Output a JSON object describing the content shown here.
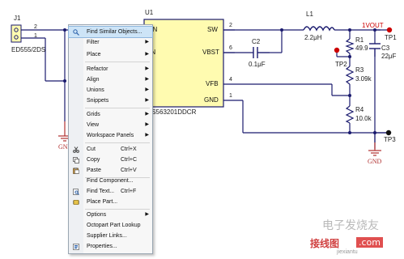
{
  "schematic": {
    "j1": {
      "ref": "J1",
      "part": "ED555/2DS",
      "pin2": "2",
      "pin1": "1"
    },
    "u1": {
      "ref": "U1",
      "part": "TPS563201DDCR",
      "pin_vin": "VIN",
      "pin_en": "EN",
      "pin_sw": "SW",
      "pin_vbst": "VBST",
      "pin_vfb": "VFB",
      "pin_gnd": "GND",
      "num_sw": "2",
      "num_vbst": "6",
      "num_vfb": "4",
      "num_gnd": "1"
    },
    "c2": {
      "ref": "C2",
      "value": "0.1μF"
    },
    "l1": {
      "ref": "L1",
      "value": "2.2μH"
    },
    "r1": {
      "ref": "R1",
      "value": "49.9"
    },
    "r3": {
      "ref": "R3",
      "value": "3.09k"
    },
    "r4": {
      "ref": "R4",
      "value": "10.0k"
    },
    "c3": {
      "ref": "C3",
      "value": "22μF"
    },
    "net_1vout": "1VOUT",
    "tp1": "TP1",
    "tp2": "TP2",
    "tp3": "TP3",
    "gnd_left": "GND",
    "gnd_right": "GND"
  },
  "context_menu": {
    "items": [
      {
        "label": "Find Similar Objects...",
        "icon": "find-similar-icon",
        "highlighted": true
      },
      {
        "label": "Filter",
        "submenu": true
      },
      {
        "label": "Place",
        "submenu": true
      },
      {
        "label": "Refactor",
        "submenu": true
      },
      {
        "label": "Align",
        "submenu": true
      },
      {
        "label": "Unions",
        "submenu": true
      },
      {
        "label": "Snippets",
        "submenu": true
      },
      {
        "label": "Grids",
        "submenu": true
      },
      {
        "label": "View",
        "submenu": true
      },
      {
        "label": "Workspace Panels",
        "submenu": true
      },
      {
        "label": "Cut",
        "shortcut": "Ctrl+X",
        "icon": "scissors-icon"
      },
      {
        "label": "Copy",
        "shortcut": "Ctrl+C",
        "icon": "copy-icon"
      },
      {
        "label": "Paste",
        "shortcut": "Ctrl+V",
        "icon": "paste-icon"
      },
      {
        "label": "Find Component..."
      },
      {
        "label": "Find Text...",
        "shortcut": "Ctrl+F",
        "icon": "find-text-icon"
      },
      {
        "label": "Place Part...",
        "icon": "place-part-icon"
      },
      {
        "label": "Options",
        "submenu": true
      },
      {
        "label": "Octopart Part Lookup"
      },
      {
        "label": "Supplier Links..."
      },
      {
        "label": "Properties...",
        "icon": "properties-icon"
      }
    ]
  },
  "watermark": {
    "line1": "电子发烧友",
    "line2": "接线图",
    "line3": ".com",
    "line4": "jiexiantu"
  },
  "colors": {
    "wire": "#1a1a6e",
    "component_body": "#fffbb0",
    "net_label": "#cc0000",
    "menu_highlight": "#cde4f7"
  }
}
